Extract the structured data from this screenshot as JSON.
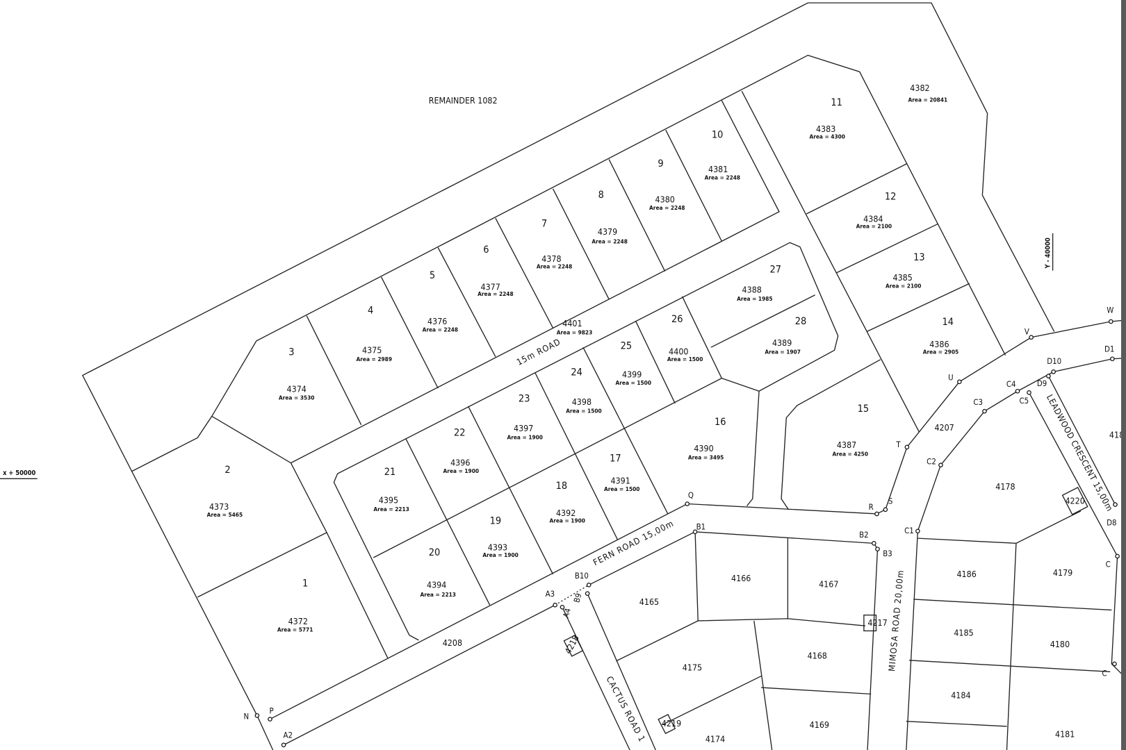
{
  "remainder_label": "REMAINDER 1082",
  "coord_x": "x + 50000",
  "coord_y": "Y - 40000",
  "lots": [
    {
      "no": "1",
      "erf": "4372",
      "area": "Area = 5771"
    },
    {
      "no": "2",
      "erf": "4373",
      "area": "Area = 5465"
    },
    {
      "no": "3",
      "erf": "4374",
      "area": "Area = 3530"
    },
    {
      "no": "4",
      "erf": "4375",
      "area": "Area = 2989"
    },
    {
      "no": "5",
      "erf": "4376",
      "area": "Area = 2248"
    },
    {
      "no": "6",
      "erf": "4377",
      "area": "Area = 2248"
    },
    {
      "no": "7",
      "erf": "4378",
      "area": "Area = 2248"
    },
    {
      "no": "8",
      "erf": "4379",
      "area": "Area = 2248"
    },
    {
      "no": "9",
      "erf": "4380",
      "area": "Area = 2248"
    },
    {
      "no": "10",
      "erf": "4381",
      "area": "Area = 2248"
    },
    {
      "no": "11",
      "erf": "4383",
      "area": "Area = 4300"
    },
    {
      "no": "12",
      "erf": "4384",
      "area": "Area = 2100"
    },
    {
      "no": "13",
      "erf": "4385",
      "area": "Area = 2100"
    },
    {
      "no": "14",
      "erf": "4386",
      "area": "Area = 2905"
    },
    {
      "no": "15",
      "erf": "4387",
      "area": "Area = 4250"
    },
    {
      "no": "16",
      "erf": "4390",
      "area": "Area = 3495"
    },
    {
      "no": "17",
      "erf": "4391",
      "area": "Area = 1500"
    },
    {
      "no": "18",
      "erf": "4392",
      "area": "Area = 1900"
    },
    {
      "no": "19",
      "erf": "4393",
      "area": "Area = 1900"
    },
    {
      "no": "20",
      "erf": "4394",
      "area": "Area = 2213"
    },
    {
      "no": "21",
      "erf": "4395",
      "area": "Area = 2213"
    },
    {
      "no": "22",
      "erf": "4396",
      "area": "Area = 1900"
    },
    {
      "no": "23",
      "erf": "4397",
      "area": "Area = 1900"
    },
    {
      "no": "24",
      "erf": "4398",
      "area": "Area = 1500"
    },
    {
      "no": "25",
      "erf": "4399",
      "area": "Area = 1500"
    },
    {
      "no": "26",
      "erf": "4400",
      "area": "Area = 1500"
    },
    {
      "no": "27",
      "erf": "4388",
      "area": "Area = 1985"
    },
    {
      "no": "28",
      "erf": "4389",
      "area": "Area = 1907"
    }
  ],
  "special_erfs": [
    {
      "erf": "4401",
      "area": "Area = 9823"
    },
    {
      "erf": "4382",
      "area": "Area = 20841"
    }
  ],
  "other_erfs": [
    "4208",
    "4207",
    "4165",
    "4166",
    "4167",
    "4168",
    "4169",
    "4174",
    "4175",
    "4178",
    "4179",
    "4180",
    "4181",
    "4184",
    "4185",
    "4186",
    "418",
    "4217",
    "4218",
    "4219",
    "4220"
  ],
  "roads": [
    "15m ROAD",
    "FERN ROAD 15,00m",
    "MIMOSA ROAD 20,00m",
    "CACTUS ROAD 1",
    "LEADWOOD CRESCENT 15,00m"
  ],
  "points": [
    "N",
    "P",
    "A2",
    "A3",
    "A4",
    "B9",
    "B10",
    "B1",
    "B2",
    "B3",
    "Q",
    "R",
    "S",
    "T",
    "U",
    "V",
    "W",
    "C1",
    "C2",
    "C3",
    "C4",
    "C5",
    "D9",
    "D10",
    "D1",
    "D8",
    "C",
    "C"
  ]
}
